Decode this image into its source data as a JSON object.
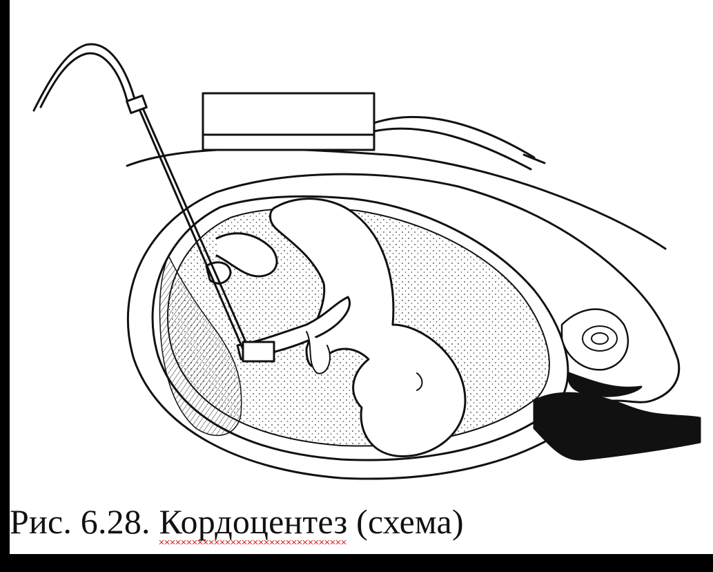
{
  "figure": {
    "caption_prefix": "Рис. 6.28. ",
    "caption_term": "Кордоцентез",
    "caption_suffix": " (схема)",
    "term_spellcheck_color": "#d62b2b",
    "background": "#000000",
    "paper": "#ffffff",
    "ink": "#111111"
  }
}
